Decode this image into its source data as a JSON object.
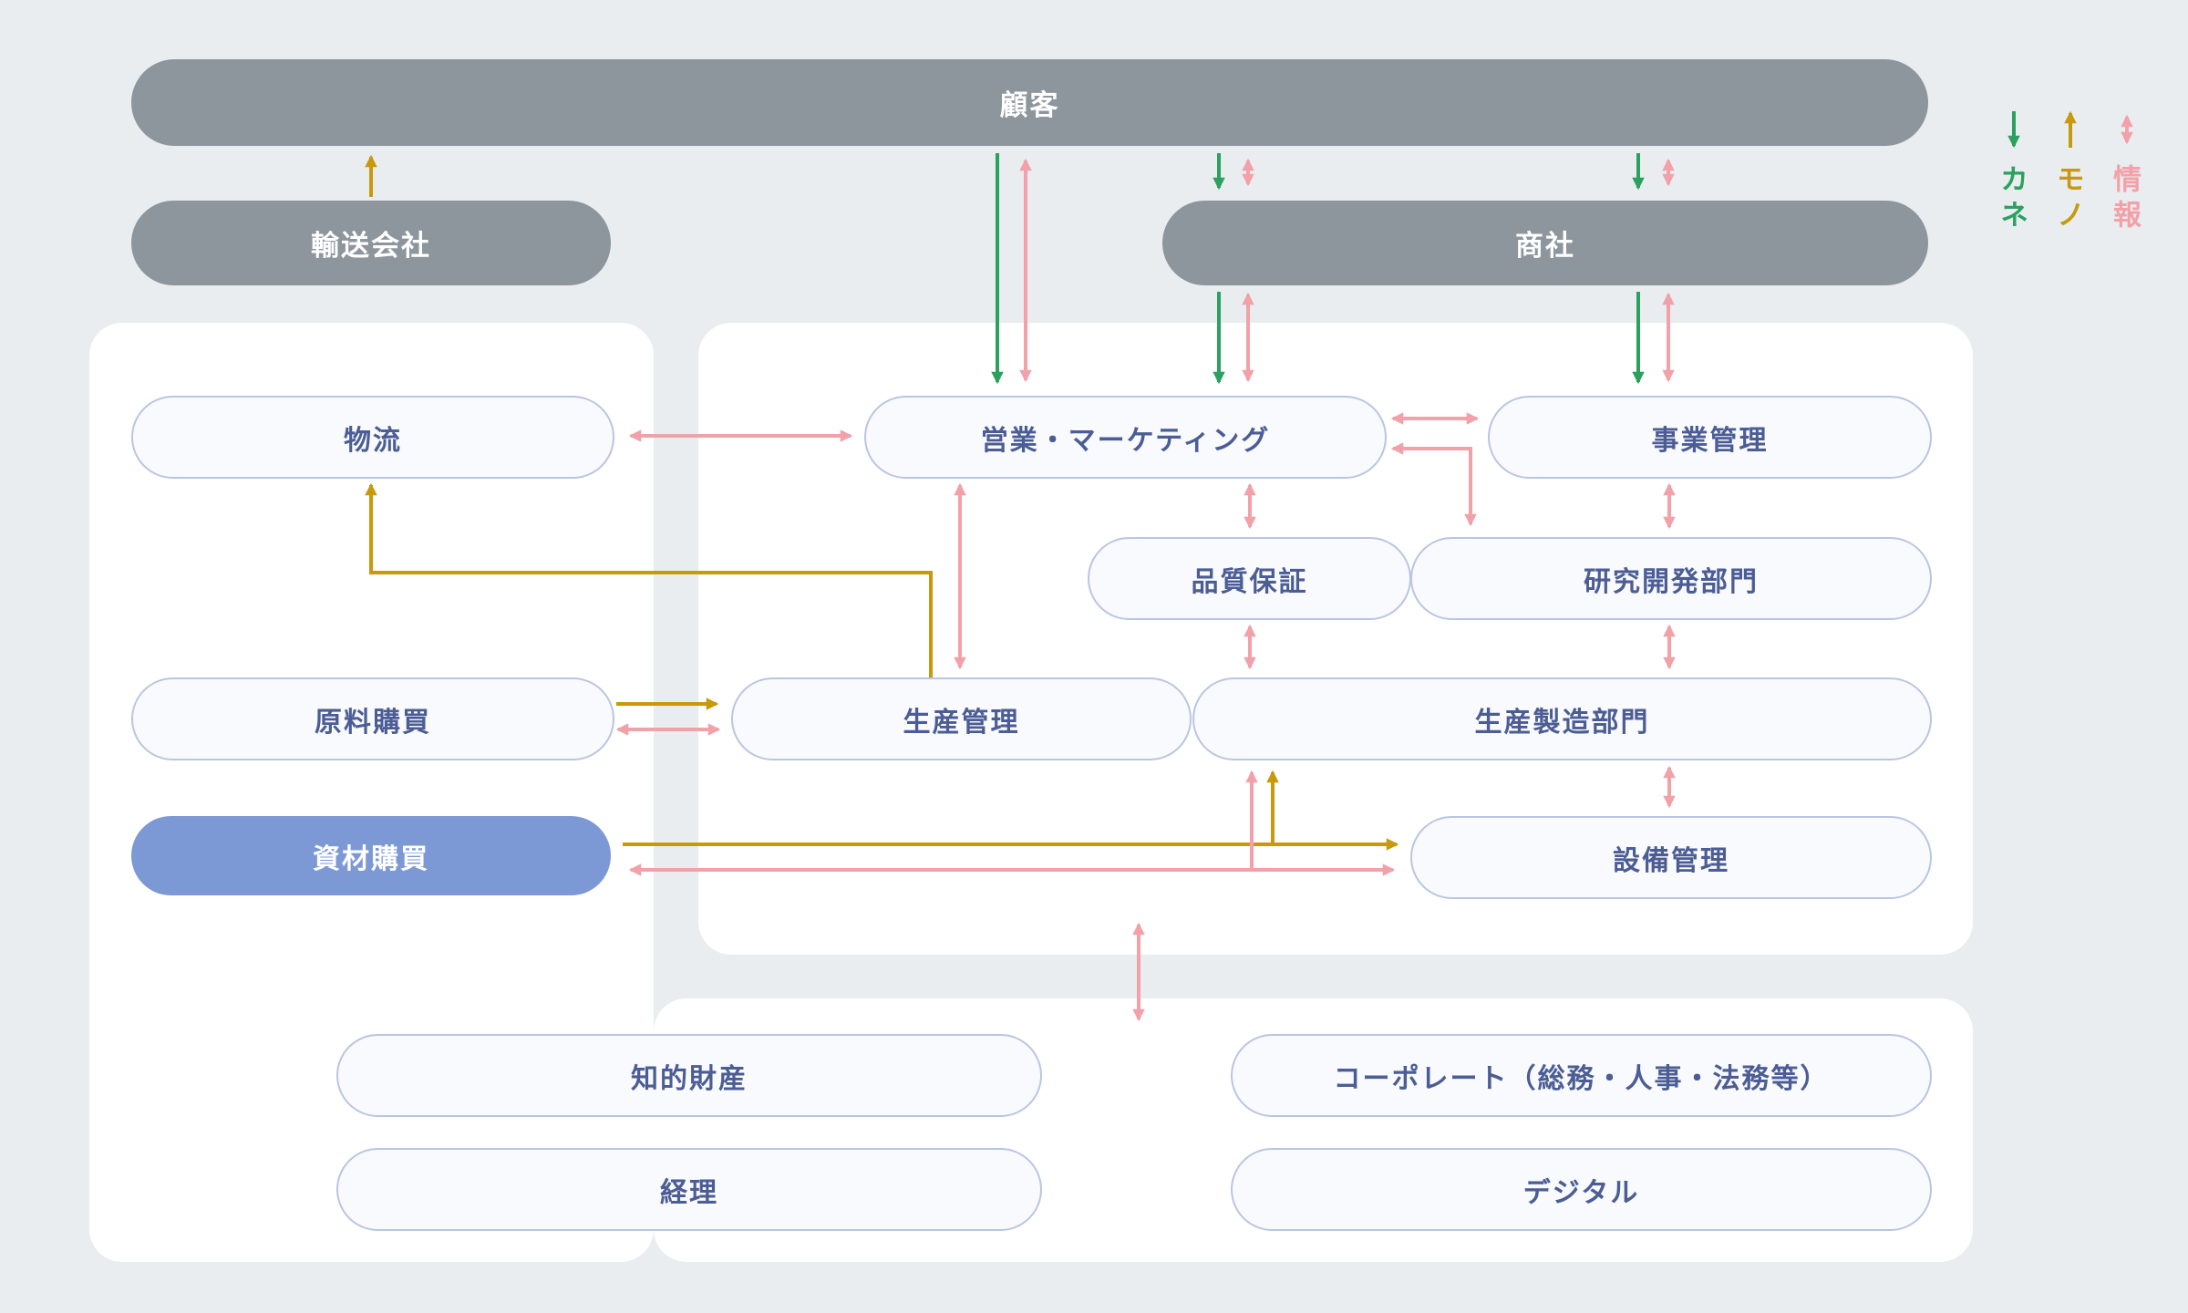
{
  "legend": {
    "money_label": "カネ",
    "goods_label": "モノ",
    "info_label": "情報",
    "money_color": "#2BA05F",
    "goods_color": "#C8990B",
    "info_color": "#F2A1A9"
  },
  "external": {
    "customer": "顧客",
    "transport_company": "輸送会社",
    "trading_company": "商社"
  },
  "supply_functions": {
    "logistics": "物流",
    "raw_material_purchasing": "原料購買",
    "material_purchasing": "資材購買"
  },
  "core_functions": {
    "sales_marketing": "営業・マーケティング",
    "business_management": "事業管理",
    "quality_assurance": "品質保証",
    "rnd_department": "研究開発部門",
    "production_management": "生産管理",
    "manufacturing_department": "生産製造部門",
    "equipment_management": "設備管理"
  },
  "corporate_functions": {
    "intellectual_property": "知的財産",
    "accounting": "経理",
    "corporate": "コーポレート（総務・人事・法務等）",
    "digital": "デジタル"
  }
}
